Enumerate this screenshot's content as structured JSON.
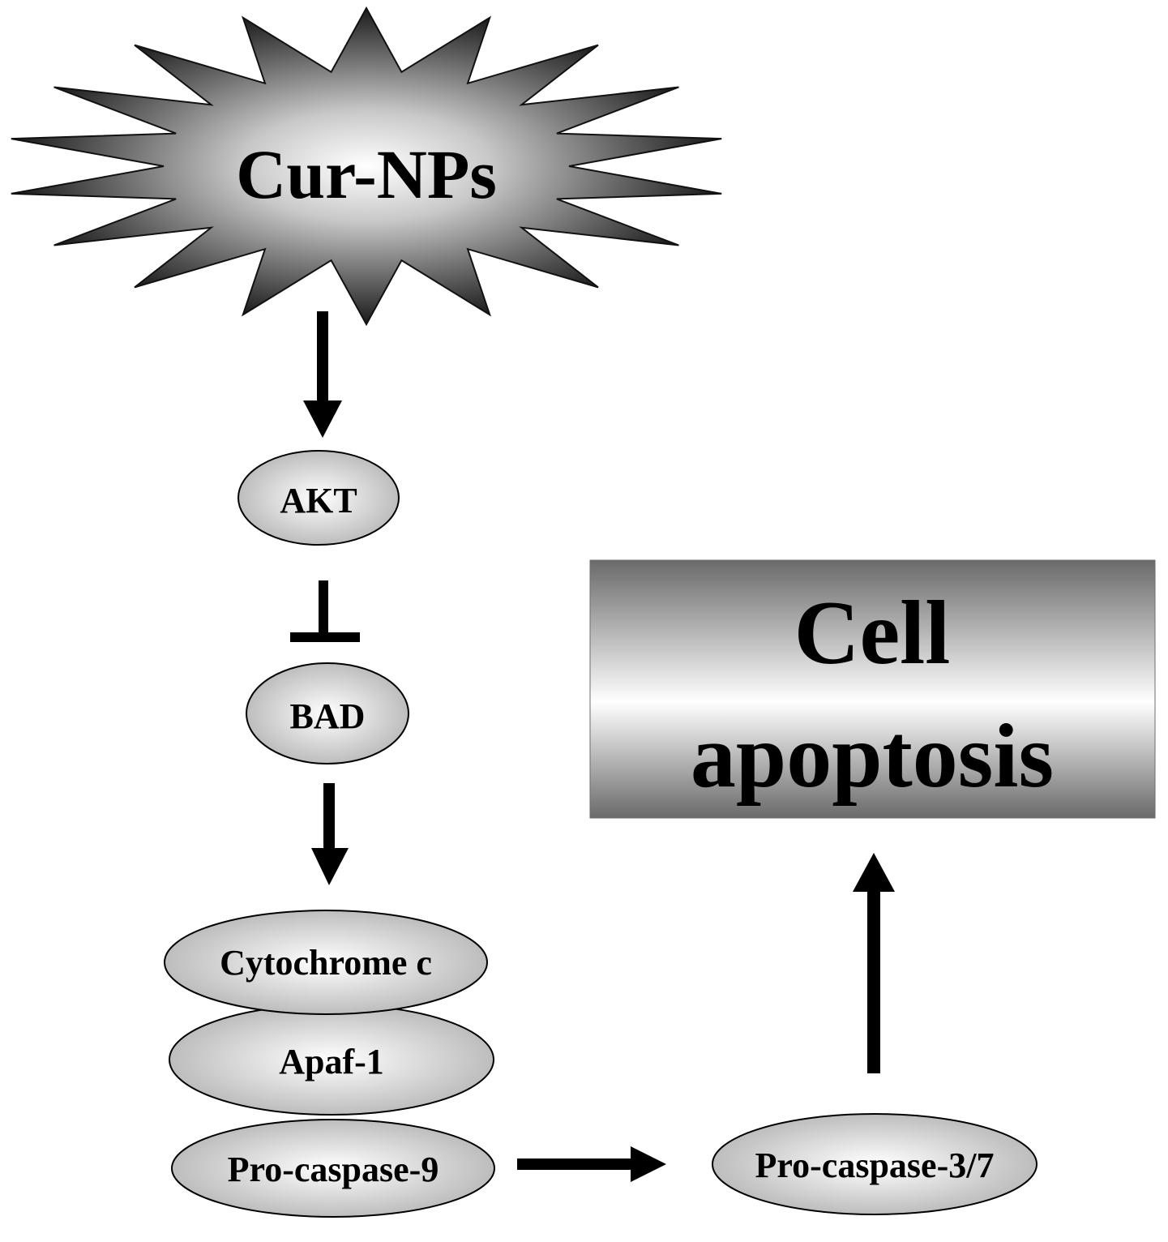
{
  "nodes": {
    "source": "Cur-NPs",
    "akt": "AKT",
    "bad": "BAD",
    "cytochrome_c": "Cytochrome c",
    "apaf1": "Apaf-1",
    "procaspase9": "Pro-caspase-9",
    "procaspase37": "Pro-caspase-3/7",
    "outcome_line1": "Cell",
    "outcome_line2": "apoptosis"
  },
  "edges": [
    {
      "from": "source",
      "to": "akt",
      "type": "activation"
    },
    {
      "from": "akt",
      "to": "bad",
      "type": "inhibition"
    },
    {
      "from": "bad",
      "to": "cytochrome_c",
      "type": "activation"
    },
    {
      "from": "procaspase9",
      "to": "procaspase37",
      "type": "activation"
    },
    {
      "from": "procaspase37",
      "to": "outcome",
      "type": "activation"
    }
  ],
  "colors": {
    "line": "#000000",
    "node_center": "#ffffff",
    "node_edge": "#bdbdbd",
    "star_edge": "#111111",
    "bar_edge": "#6e6e6e"
  }
}
